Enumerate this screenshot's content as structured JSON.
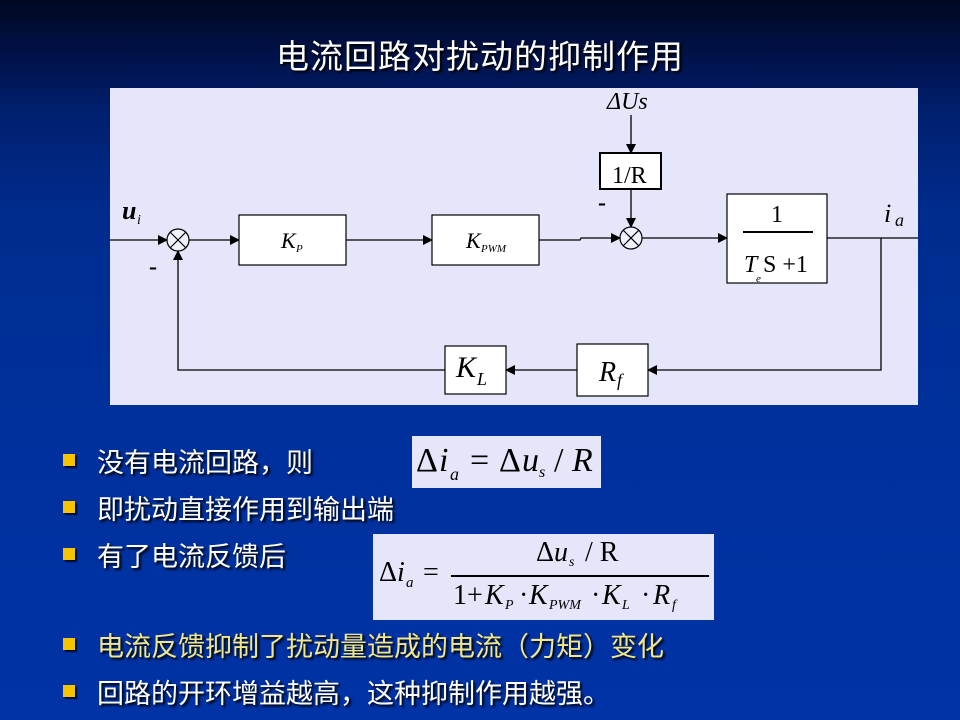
{
  "slide": {
    "title": "电流回路对扰动的抑制作用"
  },
  "diagram": {
    "input_label": "u",
    "input_sub": "i",
    "disturbance_label": "ΔUs",
    "output_label": "i",
    "output_sub": "a",
    "minus_sign_1": "-",
    "minus_sign_2": "-",
    "blocks": {
      "kp": {
        "main": "K",
        "sub": "P"
      },
      "kpwm": {
        "main": "K",
        "sub": "PWM"
      },
      "inv_r": {
        "label": "1/R"
      },
      "plant": {
        "numerator": "1",
        "denominator_T": "T",
        "denominator_sub": "e",
        "denominator_rest": "S +1"
      },
      "rf": {
        "main": "R",
        "sub": "f"
      },
      "kl": {
        "main": "K",
        "sub": "L"
      }
    }
  },
  "bullets": [
    {
      "text": "没有电流回路，则",
      "color": "white"
    },
    {
      "text": "即扰动直接作用到输出端",
      "color": "white"
    },
    {
      "text": "有了电流反馈后",
      "color": "white"
    },
    {
      "text": "电流反馈抑制了扰动量造成的电流（力矩）变化",
      "color": "yellow"
    },
    {
      "text": "回路的开环增益越高，这种抑制作用越强。",
      "color": "white"
    }
  ],
  "formulas": {
    "f1": {
      "lhs_delta": "Δ",
      "lhs_var": "i",
      "lhs_sub": "a",
      "eq": "=",
      "rhs_delta": "Δ",
      "rhs_var": "u",
      "rhs_sub": "s",
      "rhs_div": "/",
      "rhs_den": "R"
    },
    "f2": {
      "lhs_delta": "Δ",
      "lhs_var": "i",
      "lhs_sub": "a",
      "eq": "=",
      "num_delta": "Δ",
      "num_var": "u",
      "num_sub": "s",
      "num_div": "/ R",
      "den_one": "1+",
      "den_k": "K",
      "den_p": "P",
      "dot": "·",
      "den_pwm": "PWM",
      "den_l": "L",
      "den_r": "R",
      "den_f": "f"
    }
  },
  "colors": {
    "bullet": "#f5c400",
    "highlight_text": "#f0e68c",
    "panel": "#e6e6fa"
  }
}
